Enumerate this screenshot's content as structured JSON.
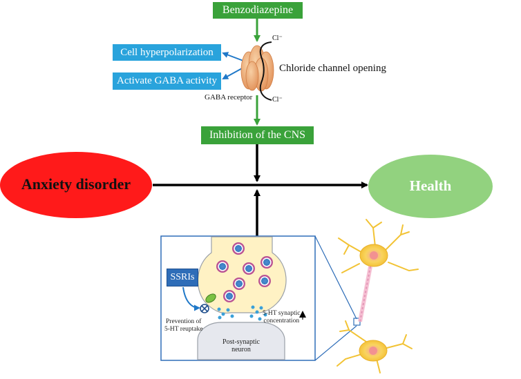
{
  "drug": "Benzodiazepine",
  "effects": [
    "Cell hyperpolarization",
    "Activate GABA activity"
  ],
  "channel_label": "Chloride channel opening",
  "chloride_ion": "Cl⁻",
  "receptor_label": "GABA receptor",
  "cns_effect": "Inhibition of the CNS",
  "start_state": "Anxiety disorder",
  "end_state": "Health",
  "ssri_label": "SSRIs",
  "reuptake_note": [
    "Prevention of",
    "5-HT reuptake"
  ],
  "synaptic_note": [
    "5-HT synaptic",
    "concentration"
  ],
  "postsynaptic_label": [
    "Post-synaptic",
    "neuron"
  ],
  "colors": {
    "green_box": "#3aa23a",
    "blue_box": "#29a3dc",
    "ssri_box": "#2e6db8",
    "anxiety": "#ff1a1a",
    "health": "#92d27f",
    "arrow_green": "#3aa23a"
  }
}
